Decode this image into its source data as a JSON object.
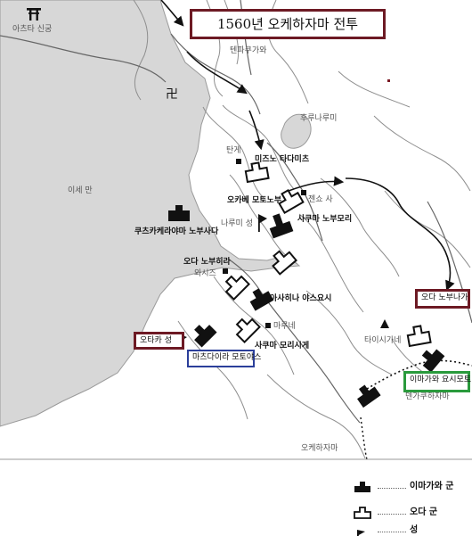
{
  "title": "1560년  오케하자마  전투",
  "places": {
    "atsuta_shrine": "아츠타 신궁",
    "tenpakuga": "텐파쿠가와",
    "furunarumi": "후루나루미",
    "ise_bay": "이세 만",
    "tange": "탄게",
    "zenshoji": "젠쇼 사",
    "narumi": "나루미 성",
    "washizu": "와시즈",
    "marune": "마루네",
    "taishigane": "타이시가네",
    "dengaku": "덴가쿠하자마",
    "okehazama": "오케하자마"
  },
  "commanders": {
    "mizuno": "미즈노 타다미츠",
    "okabe": "오카베 모토노부",
    "sakuma_nobumori": "사쿠마 노부모리",
    "kutsukake": "쿠츠카케",
    "kutsukake_rest": "라야마 노부사다",
    "oda_nobuhira": "오다 노부히라",
    "asahina": "아사히나 야스요시",
    "sakuma_moriyasu": "사쿠마 모리시게"
  },
  "boxes": {
    "odaka": "오타카 성",
    "matsudaira": "마츠다이라 모토야스",
    "oda_nobunaga": "오다 노부나가",
    "imagawa_yoshimoto": "이마가와 요시모토"
  },
  "legend": {
    "imagawa": "이마가와 군",
    "oda": "오다 군",
    "castle": "성"
  }
}
